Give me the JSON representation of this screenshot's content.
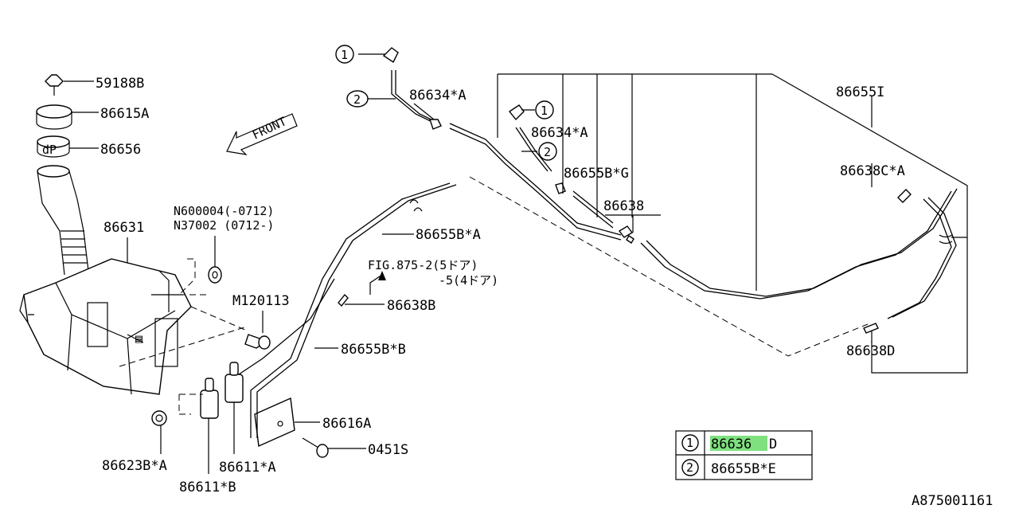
{
  "callouts": {
    "p59188b": "59188B",
    "p86615a": "86615A",
    "p86656": "86656",
    "p86631": "86631",
    "n600004": "N600004(-0712)",
    "n37002": "N37002 (0712-)",
    "m120113": "M120113",
    "p86623ba": "86623B*A",
    "p86611a": "86611*A",
    "p86611b": "86611*B",
    "p86616a": "86616A",
    "p0451s": "0451S",
    "p86655ba": "86655B*A",
    "p86655bb": "86655B*B",
    "p86638b": "86638B",
    "fig1": "FIG.875-2(5ドア)",
    "fig2": "-5(4ドア)",
    "p86634a_1": "86634*A",
    "p86634a_2": "86634*A",
    "p86655bg": "86655B*G",
    "p86638": "86638",
    "p86655i": "86655I",
    "p86638ca": "86638C*A",
    "p86638d": "86638D",
    "front": "FRONT",
    "circ1a": "1",
    "circ2a": "2",
    "circ1b": "1",
    "circ2b": "2"
  },
  "legend": {
    "rows": [
      {
        "marker": "1",
        "code": "86636",
        "suffix": "D",
        "highlighted": true
      },
      {
        "marker": "2",
        "code": "86655B*E",
        "suffix": "",
        "highlighted": false
      }
    ],
    "highlight_color": "#7fe07f"
  },
  "drawing_id": "A875001161"
}
